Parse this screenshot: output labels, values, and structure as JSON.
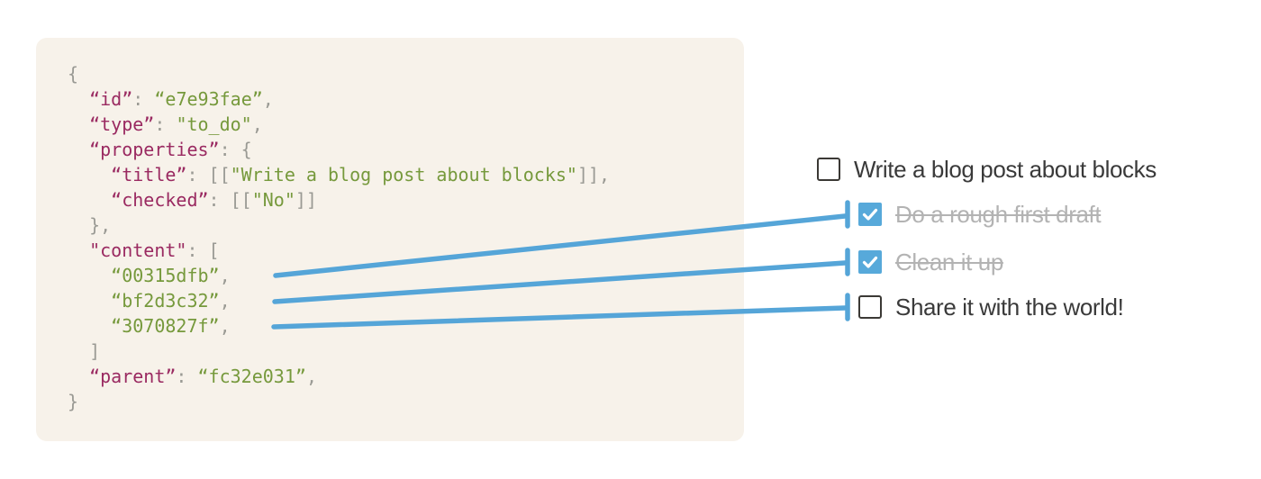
{
  "colors": {
    "code_background": "#f7f2ea",
    "code_key": "#9a2a61",
    "code_value": "#76993c",
    "code_punct": "#9a9a94",
    "connector_blue": "#55a5d8",
    "checkbox_checked_bg": "#57a9da",
    "checkbox_unchecked_border": "#3b3935",
    "label_text": "#3a3a3a",
    "label_done_text": "#b3b3b3"
  },
  "code_block": {
    "lines": [
      {
        "tokens": [
          {
            "t": "p",
            "s": "{"
          }
        ]
      },
      {
        "tokens": [
          {
            "t": "p",
            "s": "  "
          },
          {
            "t": "k",
            "s": "“id”"
          },
          {
            "t": "p",
            "s": ": "
          },
          {
            "t": "v",
            "s": "“e7e93fae”"
          },
          {
            "t": "p",
            "s": ","
          }
        ]
      },
      {
        "tokens": [
          {
            "t": "p",
            "s": "  "
          },
          {
            "t": "k",
            "s": "“type”"
          },
          {
            "t": "p",
            "s": ": "
          },
          {
            "t": "v",
            "s": "\"to_do\""
          },
          {
            "t": "p",
            "s": ","
          }
        ]
      },
      {
        "tokens": [
          {
            "t": "p",
            "s": "  "
          },
          {
            "t": "k",
            "s": "“properties”"
          },
          {
            "t": "p",
            "s": ": {"
          }
        ]
      },
      {
        "tokens": [
          {
            "t": "p",
            "s": "    "
          },
          {
            "t": "k",
            "s": "“title”"
          },
          {
            "t": "p",
            "s": ": [["
          },
          {
            "t": "v",
            "s": "\"Write a blog post about blocks\""
          },
          {
            "t": "p",
            "s": "]],"
          }
        ]
      },
      {
        "tokens": [
          {
            "t": "p",
            "s": "    "
          },
          {
            "t": "k",
            "s": "“checked”"
          },
          {
            "t": "p",
            "s": ": [["
          },
          {
            "t": "v",
            "s": "\"No\""
          },
          {
            "t": "p",
            "s": "]]"
          }
        ]
      },
      {
        "tokens": [
          {
            "t": "p",
            "s": "  },"
          }
        ]
      },
      {
        "tokens": [
          {
            "t": "p",
            "s": "  "
          },
          {
            "t": "k",
            "s": "\"content\""
          },
          {
            "t": "p",
            "s": ": ["
          }
        ]
      },
      {
        "tokens": [
          {
            "t": "p",
            "s": "    "
          },
          {
            "t": "v",
            "s": "“00315dfb”"
          },
          {
            "t": "p",
            "s": ","
          }
        ]
      },
      {
        "tokens": [
          {
            "t": "p",
            "s": "    "
          },
          {
            "t": "v",
            "s": "“bf2d3c32”"
          },
          {
            "t": "p",
            "s": ","
          }
        ]
      },
      {
        "tokens": [
          {
            "t": "p",
            "s": "    "
          },
          {
            "t": "v",
            "s": "“3070827f”"
          },
          {
            "t": "p",
            "s": ","
          }
        ]
      },
      {
        "tokens": [
          {
            "t": "p",
            "s": "  ]"
          }
        ]
      },
      {
        "tokens": [
          {
            "t": "p",
            "s": "  "
          },
          {
            "t": "k",
            "s": "“parent”"
          },
          {
            "t": "p",
            "s": ": "
          },
          {
            "t": "v",
            "s": "“fc32e031”"
          },
          {
            "t": "p",
            "s": ","
          }
        ]
      },
      {
        "tokens": [
          {
            "t": "p",
            "s": "}"
          }
        ]
      }
    ]
  },
  "checklist": {
    "items": [
      {
        "label": "Write a blog post about blocks",
        "checked": false,
        "indent": 0
      },
      {
        "label": "Do a rough first draft",
        "checked": true,
        "indent": 1
      },
      {
        "label": "Clean it up",
        "checked": true,
        "indent": 1
      },
      {
        "label": "Share it with the world!",
        "checked": false,
        "indent": 1
      }
    ]
  },
  "connectors": [
    {
      "from_content_id": "00315dfb",
      "to_item": "Do a rough first draft"
    },
    {
      "from_content_id": "bf2d3c32",
      "to_item": "Clean it up"
    },
    {
      "from_content_id": "3070827f",
      "to_item": "Share it with the world!"
    }
  ]
}
